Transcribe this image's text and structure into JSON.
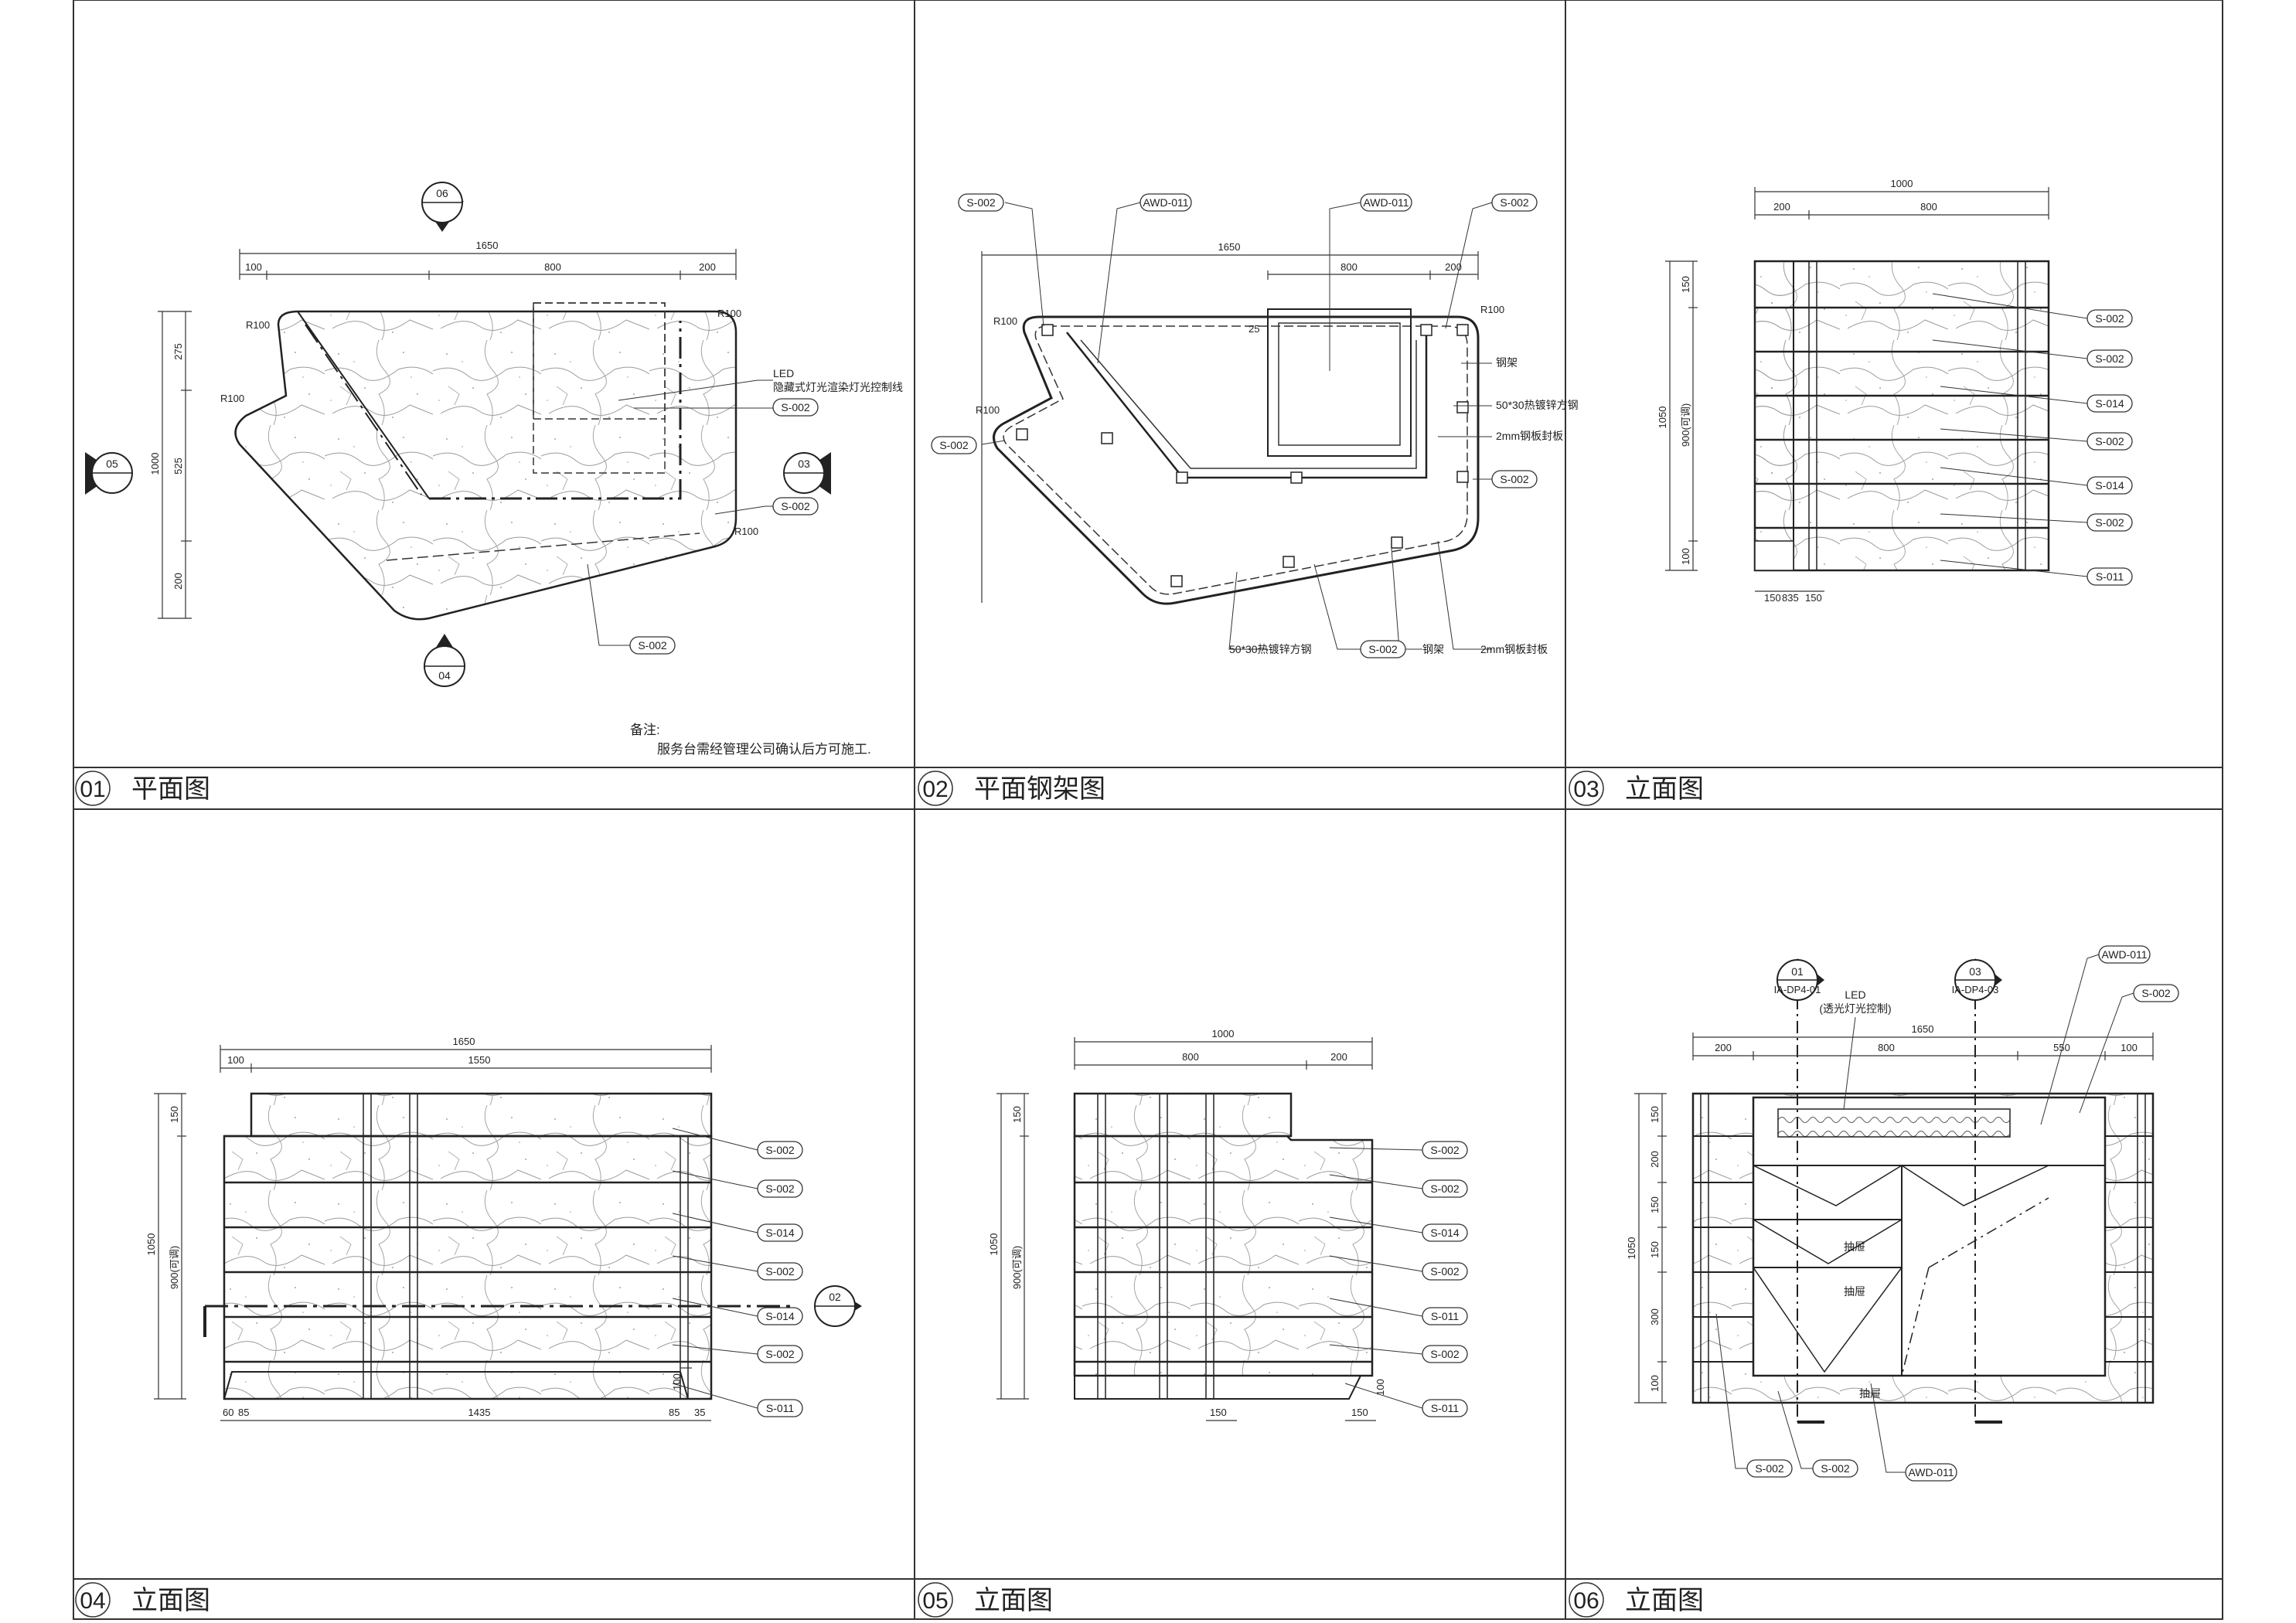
{
  "panels": [
    {
      "num": "01",
      "title": "平面图"
    },
    {
      "num": "02",
      "title": "平面钢架图"
    },
    {
      "num": "03",
      "title": "立面图"
    },
    {
      "num": "04",
      "title": "立面图"
    },
    {
      "num": "05",
      "title": "立面图"
    },
    {
      "num": "06",
      "title": "立面图"
    }
  ],
  "p01": {
    "sections": {
      "top": "06",
      "left": "05",
      "right": "03",
      "bottom": "04"
    },
    "dims_top": [
      "1650",
      "100",
      "800",
      "200"
    ],
    "dims_left": [
      "1000",
      "275",
      "525",
      "200"
    ],
    "radius": [
      "R100",
      "R100",
      "R100",
      "R100"
    ],
    "led_note": [
      "LED",
      "隐藏式灯光渲染灯光控制线"
    ],
    "tags": [
      "S-002",
      "S-002",
      "S-002"
    ],
    "remark_title": "备注:",
    "remark_text": "服务台需经管理公司确认后方可施工."
  },
  "p02": {
    "tags": [
      "S-002",
      "AWD-011",
      "AWD-011",
      "S-002",
      "S-002",
      "S-002",
      "S-002"
    ],
    "dims": [
      "1650",
      "800",
      "200",
      "25",
      "R100",
      "R100",
      "R100"
    ],
    "notes": [
      "钢架",
      "50*30热镀锌方钢",
      "2mm钢板封板",
      "50*30热镀锌方钢",
      "钢架",
      "2mm钢板封板"
    ]
  },
  "p03": {
    "dims_top": [
      "1000",
      "200",
      "800"
    ],
    "dims_left": [
      "1050",
      "150",
      "900(可调)",
      "100"
    ],
    "dims_bottom": [
      "150",
      "835",
      "150"
    ],
    "tags": [
      "S-002",
      "S-002",
      "S-014",
      "S-002",
      "S-014",
      "S-002",
      "S-011"
    ]
  },
  "p04": {
    "dims_top": [
      "1650",
      "100",
      "1550"
    ],
    "dims_left": [
      "1050",
      "150",
      "900(可调)"
    ],
    "dims_bottom": [
      "60",
      "85",
      "1435",
      "85",
      "35"
    ],
    "dims_small": [
      "100"
    ],
    "section": "02",
    "tags": [
      "S-002",
      "S-002",
      "S-014",
      "S-002",
      "S-014",
      "S-002",
      "S-011"
    ]
  },
  "p05": {
    "dims_top": [
      "1000",
      "800",
      "200"
    ],
    "dims_left": [
      "1050",
      "150",
      "900(可调)"
    ],
    "dims_bottom": [
      "150",
      "150"
    ],
    "dims_small": [
      "100"
    ],
    "tags": [
      "S-002",
      "S-002",
      "S-014",
      "S-002",
      "S-011",
      "S-002",
      "S-011"
    ]
  },
  "p06": {
    "section_left": {
      "num": "01",
      "ref": "IA-DP4-01"
    },
    "section_right": {
      "num": "03",
      "ref": "IA-DP4-03"
    },
    "led_note": [
      "LED",
      "(透光灯光控制)"
    ],
    "tags_top": [
      "AWD-011",
      "S-002"
    ],
    "tags_bottom": [
      "S-002",
      "S-002",
      "AWD-011"
    ],
    "dims_top": [
      "1650",
      "200",
      "800",
      "550",
      "100"
    ],
    "dims_left": [
      "1050",
      "150",
      "200",
      "150",
      "150",
      "300",
      "100"
    ],
    "drawer_label": [
      "抽屉",
      "抽屉",
      "抽屉"
    ]
  },
  "colors": {
    "ink": "#222222",
    "line": "#333333",
    "background": "#ffffff"
  }
}
